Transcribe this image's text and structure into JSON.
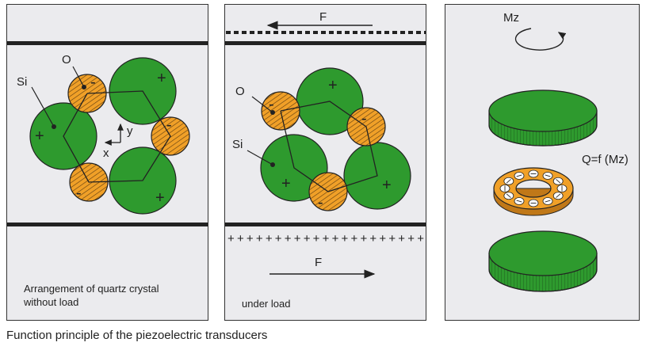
{
  "panel1": {
    "labels": {
      "o": "O",
      "si": "Si",
      "x": "x",
      "y": "y"
    },
    "caption_line1": "Arrangement of quartz crystal",
    "caption_line2": "without load"
  },
  "panel2": {
    "labels": {
      "o": "O",
      "si": "Si",
      "force_top": "F",
      "force_bottom": "F"
    },
    "charges_bottom": "+ + + + + + + + + + + + + + + + + + + + +",
    "caption": "under load"
  },
  "panel3": {
    "labels": {
      "mz": "Mz",
      "q": "Q=f (Mz)"
    }
  },
  "signs": {
    "plus": "+",
    "minus": "-"
  },
  "footer": "Function principle of the piezoelectric transducers",
  "colors": {
    "silicon": "#2e9a2e",
    "oxygen": "#f0a028",
    "panel": "#ebebee",
    "plate_side": "#2a8a2a"
  }
}
